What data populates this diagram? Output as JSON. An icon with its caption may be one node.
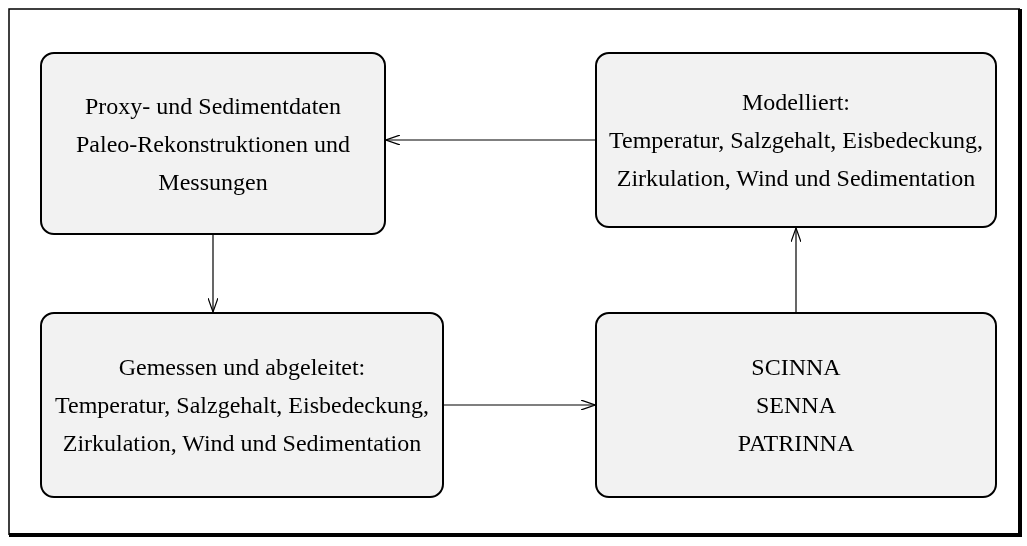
{
  "diagram": {
    "nodes": [
      {
        "text": [
          "Proxy- und Sedimentdaten Paleo-Rekonstruktionen und Messungen"
        ]
      },
      {
        "text": [
          "Modelliert:",
          "Temperatur, Salzgehalt, Eisbedeckung, Zirkulation, Wind und Sedimentation"
        ]
      },
      {
        "text": [
          "Gemessen und abgeleitet:",
          "Temperatur, Salzgehalt, Eisbedeckung, Zirkulation, Wind und Sedimentation"
        ]
      },
      {
        "text": [
          "SCINNA",
          "SENNA",
          "PATRINNA"
        ]
      }
    ],
    "edges": [
      {
        "from": 1,
        "to": 0,
        "arrow": "to"
      },
      {
        "from": 0,
        "to": 2,
        "arrow": "to"
      },
      {
        "from": 2,
        "to": 3,
        "arrow": "to"
      },
      {
        "from": 3,
        "to": 1,
        "arrow": "to"
      }
    ]
  }
}
